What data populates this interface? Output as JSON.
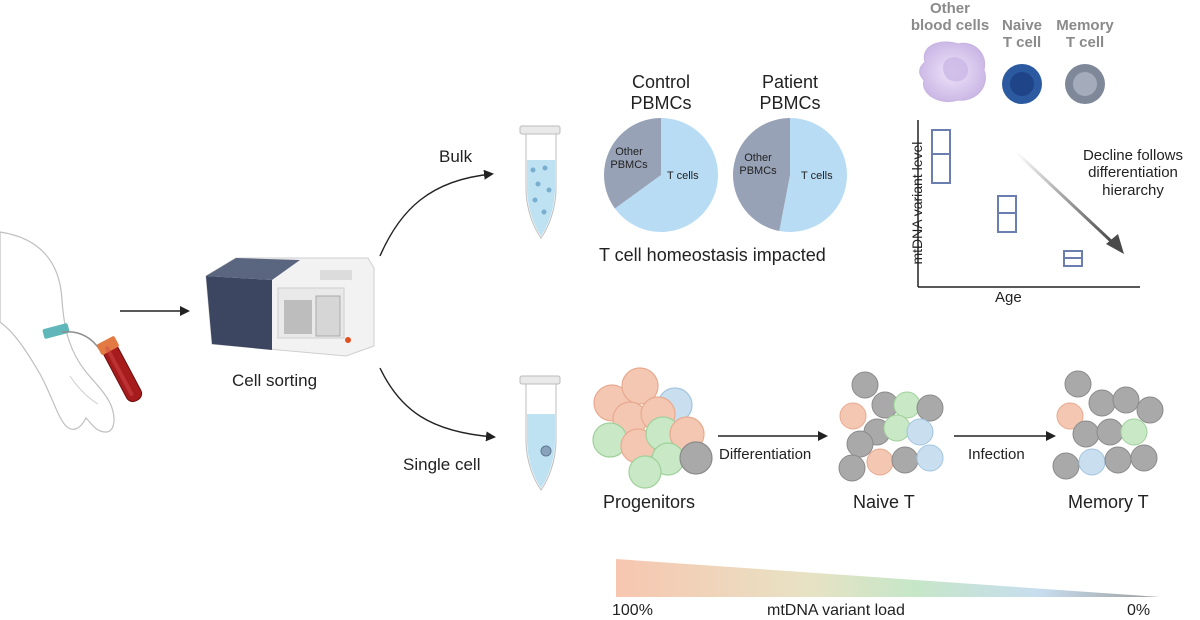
{
  "labels": {
    "cell_sorting": "Cell sorting",
    "bulk": "Bulk",
    "single_cell": "Single cell",
    "control_pbmcs": "Control\nPBMCs",
    "patient_pbmcs": "Patient\nPBMCs",
    "pie_other_pbmcs": "Other\nPBMCs",
    "pie_t_cells": "T cells",
    "homeostasis": "T cell homeostasis impacted",
    "legend_other_blood": "Other\nblood cells",
    "legend_naive": "Naive\nT cell",
    "legend_memory": "Memory\nT cell",
    "plot_ylabel": "mtDNA variant level",
    "plot_xlabel": "Age",
    "decline_note": "Decline follows\ndifferentiation\nhierarchy",
    "progenitors": "Progenitors",
    "differentiation": "Differentiation",
    "naive_t": "Naive T",
    "infection": "Infection",
    "memory_t": "Memory T",
    "gradient_left": "100%",
    "gradient_center": "mtDNA variant load",
    "gradient_right": "0%"
  },
  "chart_data": [
    {
      "type": "pie",
      "title": "Control\nPBMCs",
      "slices": [
        {
          "label": "T cells",
          "value": 0.65,
          "color": "#b9dcf5"
        },
        {
          "label": "Other\nPBMCs",
          "value": 0.35,
          "color": "#97a2b6"
        }
      ]
    },
    {
      "type": "pie",
      "title": "Patient\nPBMCs",
      "slices": [
        {
          "label": "T cells",
          "value": 0.53,
          "color": "#b9dcf5"
        },
        {
          "label": "Other\nPBMCs",
          "value": 0.47,
          "color": "#97a2b6"
        }
      ]
    }
  ],
  "colors": {
    "progenitor_orange": "#f4c7b3",
    "progenitor_green": "#c9e8c6",
    "progenitor_blue": "#c9dff0",
    "grey_cell": "#a9a9a9",
    "naive_blue": "#2e5fa6",
    "memory_grey": "#8c95a7",
    "other_blood_purple": "#d9c8ee",
    "box_outline": "#6a7fb0"
  }
}
